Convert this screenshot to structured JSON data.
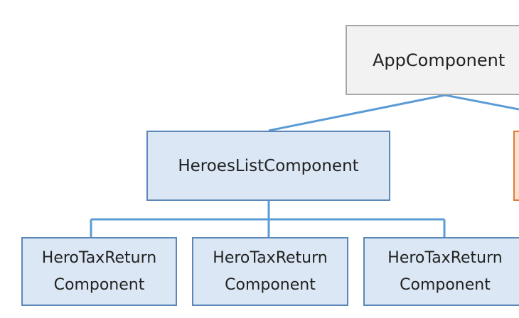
{
  "diagram": {
    "root": {
      "label": "AppComponent"
    },
    "list": {
      "label": "HeroesListComponent"
    },
    "leaves": [
      {
        "line1": "HeroTaxReturn",
        "line2": "Component"
      },
      {
        "line1": "HeroTaxReturn",
        "line2": "Component"
      },
      {
        "line1": "HeroTaxReturn",
        "line2": "Component"
      }
    ]
  },
  "colors": {
    "connector": "#5b9bd5",
    "component_fill": "#dbe7f4",
    "component_border": "#5b88b7",
    "root_fill": "#f2f2f2",
    "root_border": "#a6a6a6",
    "sibling_fill": "#fbe0cc",
    "sibling_border": "#e07a3a"
  }
}
